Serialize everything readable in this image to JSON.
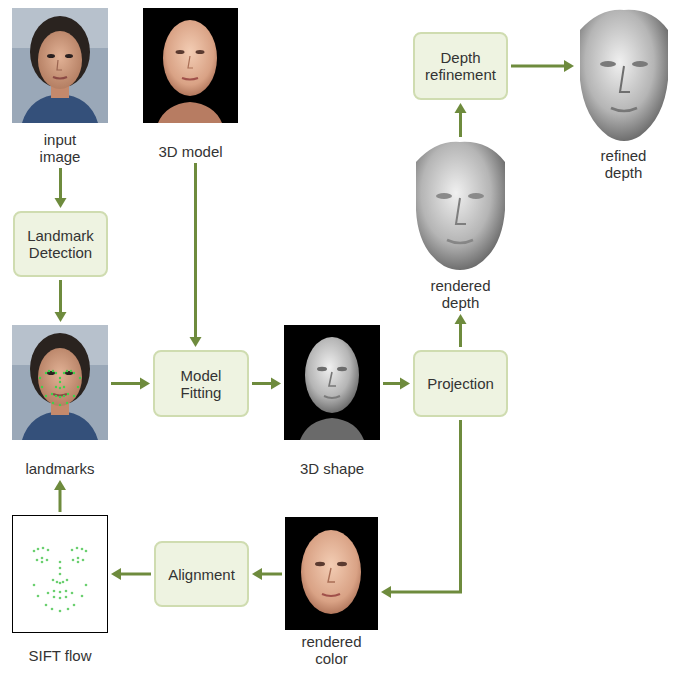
{
  "diagram": {
    "nodes": [
      {
        "text": [
          "input image"
        ]
      },
      {
        "text": [
          "3D model"
        ]
      },
      {
        "text": [
          "Depth refinement"
        ]
      },
      {
        "text": [
          "refined depth"
        ]
      },
      {
        "text": [
          "Landmark Detection"
        ]
      },
      {
        "text": [
          "rendered depth"
        ]
      },
      {
        "text": [
          "landmarks"
        ]
      },
      {
        "text": [
          "Model Fitting"
        ]
      },
      {
        "text": [
          "3D shape"
        ]
      },
      {
        "text": [
          "Projection"
        ]
      },
      {
        "text": [
          "rendered color"
        ]
      },
      {
        "text": [
          "Alignment"
        ]
      },
      {
        "text": [
          "SIFT flow"
        ]
      }
    ],
    "edges": [
      {
        "from": 0,
        "to": 4,
        "arrow": "to"
      },
      {
        "from": 4,
        "to": 6,
        "arrow": "to"
      },
      {
        "from": 1,
        "to": 7,
        "arrow": "to"
      },
      {
        "from": 6,
        "to": 7,
        "arrow": "to"
      },
      {
        "from": 7,
        "to": 8,
        "arrow": "to"
      },
      {
        "from": 8,
        "to": 9,
        "arrow": "to"
      },
      {
        "from": 9,
        "to": 5,
        "arrow": "to"
      },
      {
        "from": 5,
        "to": 2,
        "arrow": "to"
      },
      {
        "from": 2,
        "to": 3,
        "arrow": "to"
      },
      {
        "from": 9,
        "to": 10,
        "arrow": "to"
      },
      {
        "from": 10,
        "to": 11,
        "arrow": "to"
      },
      {
        "from": 11,
        "to": 12,
        "arrow": "to"
      },
      {
        "from": 12,
        "to": 6,
        "arrow": "to"
      }
    ]
  }
}
